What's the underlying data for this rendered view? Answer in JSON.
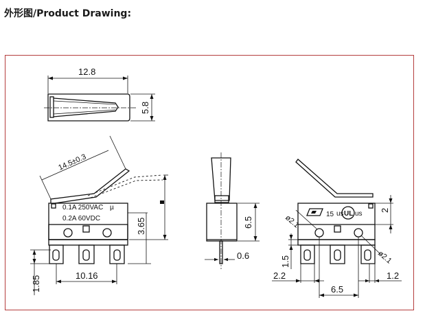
{
  "header": {
    "title": "外形图/Product Drawing:"
  },
  "colors": {
    "frame_border": "#b43c3c",
    "line": "#111111"
  },
  "top_view": {
    "dim_width": "12.8",
    "dim_height": "5.8"
  },
  "front_view": {
    "dim_lever": "14.5±0.3",
    "rating_line1": "0.1A 250VAC",
    "rating_line2": "0.2A 60VDC",
    "dim_height": "3.65",
    "dim_pitch": "10.16",
    "dim_terminal": "1.85"
  },
  "side_view": {
    "dim_body": "6.5",
    "dim_terminal": "0.6"
  },
  "rear_view": {
    "dim_hole": "ø2.1",
    "dim_hole2": "ø2.1",
    "dim_top": "2",
    "dim_1_5": "1.5",
    "dim_2_2": "2.2",
    "dim_1_2": "1.2",
    "dim_6_5": "6.5",
    "cert_number": "15",
    "cert_us": "us"
  }
}
